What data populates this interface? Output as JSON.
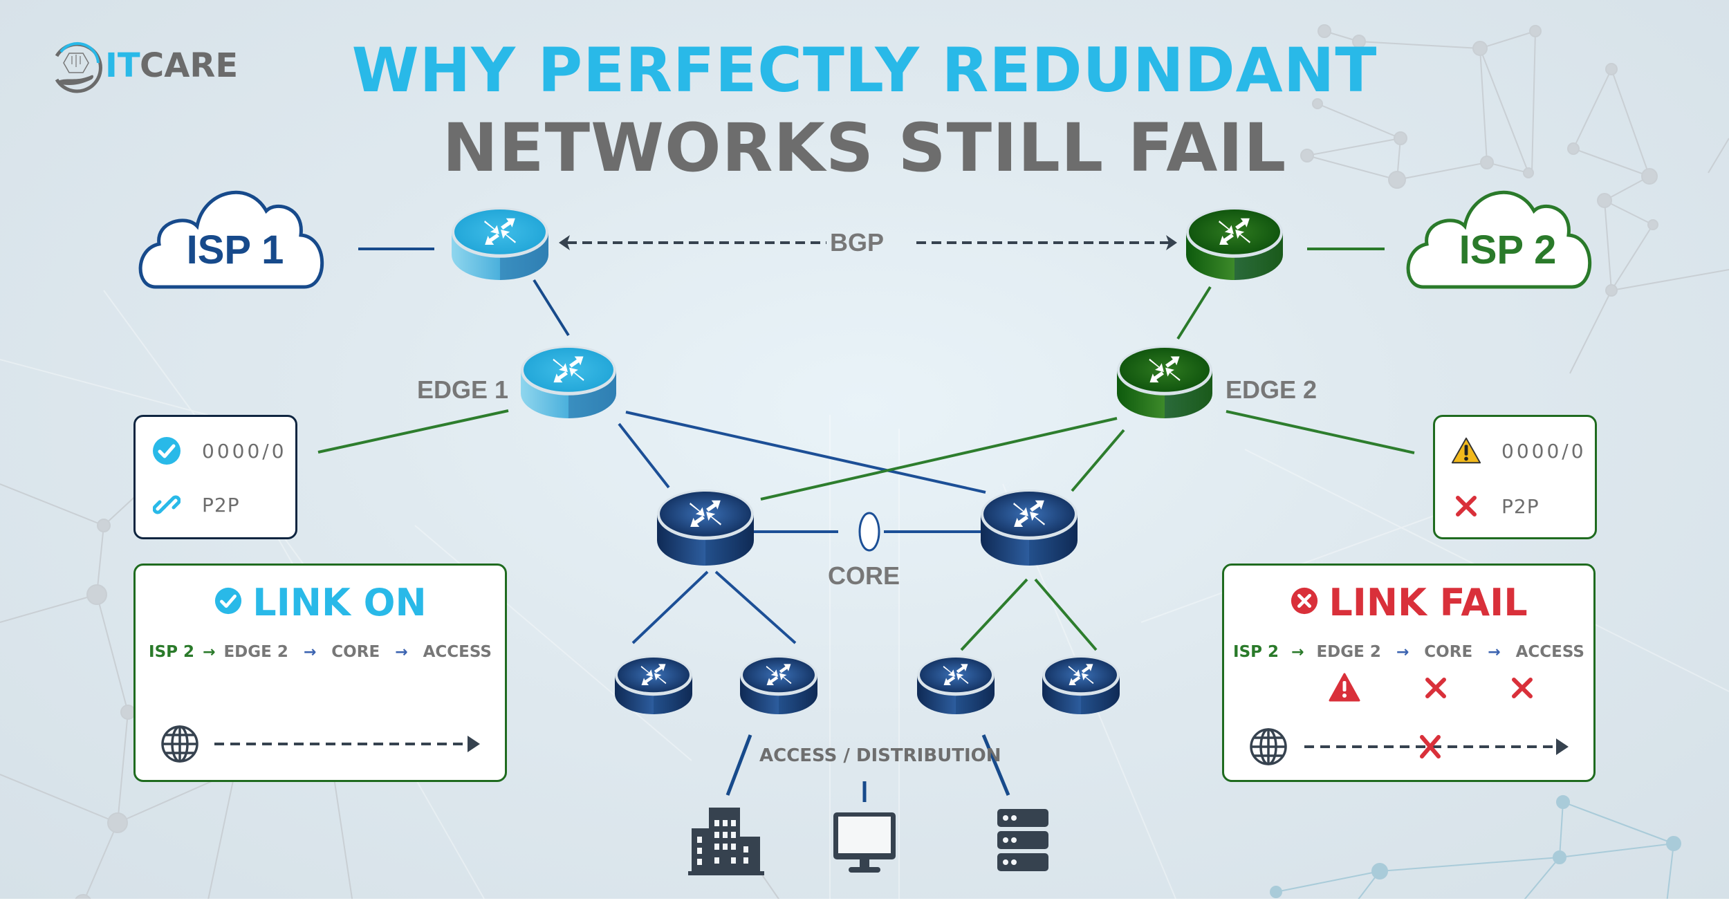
{
  "brand": {
    "logo_it": "IT",
    "logo_care": "CARE",
    "logo_icon": "hand-circuit-logo-icon"
  },
  "title": {
    "line1": "WHY PERFECTLY REDUNDANT",
    "line2": "NETWORKS STILL FAIL"
  },
  "colors": {
    "accent_cyan": "#29b9e8",
    "title_gray": "#6d6d6d",
    "isp1_blue": "#174a8b",
    "isp2_green": "#2a7a2a",
    "link_blue": "#1c4f96",
    "link_green": "#2d7d2d",
    "fail_red": "#d9303a",
    "warn_yellow": "#f2b91c",
    "dark_icon": "#36424f"
  },
  "diagram": {
    "isp1": {
      "label": "ISP 1"
    },
    "isp2": {
      "label": "ISP 2"
    },
    "bgp_label": "BGP",
    "edge1_label": "EDGE 1",
    "edge2_label": "EDGE 2",
    "core_label": "CORE",
    "access_label": "ACCESS / DISTRIBUTION",
    "endpoints": [
      "building-icon",
      "monitor-icon",
      "server-icon"
    ]
  },
  "left_status": {
    "interface": "0000/0",
    "interface_icon": "check-circle-icon",
    "link_type": "P2P",
    "link_type_icon": "chain-link-icon"
  },
  "right_status": {
    "interface": "0000/0",
    "interface_icon": "warning-triangle-icon",
    "link_type": "P2P",
    "link_type_icon": "x-icon"
  },
  "link_on": {
    "title": "LINK ON",
    "icon": "check-circle-icon",
    "path": [
      "ISP 2",
      "EDGE 2",
      "CORE",
      "ACCESS"
    ],
    "arrow": "→"
  },
  "link_fail": {
    "title": "LINK FAIL",
    "icon": "x-circle-icon",
    "path": [
      "ISP 2",
      "EDGE 2",
      "CORE",
      "ACCESS"
    ],
    "arrow": "→",
    "path_status_icons": [
      "",
      "warning-triangle-icon",
      "x-icon",
      "x-icon"
    ]
  }
}
